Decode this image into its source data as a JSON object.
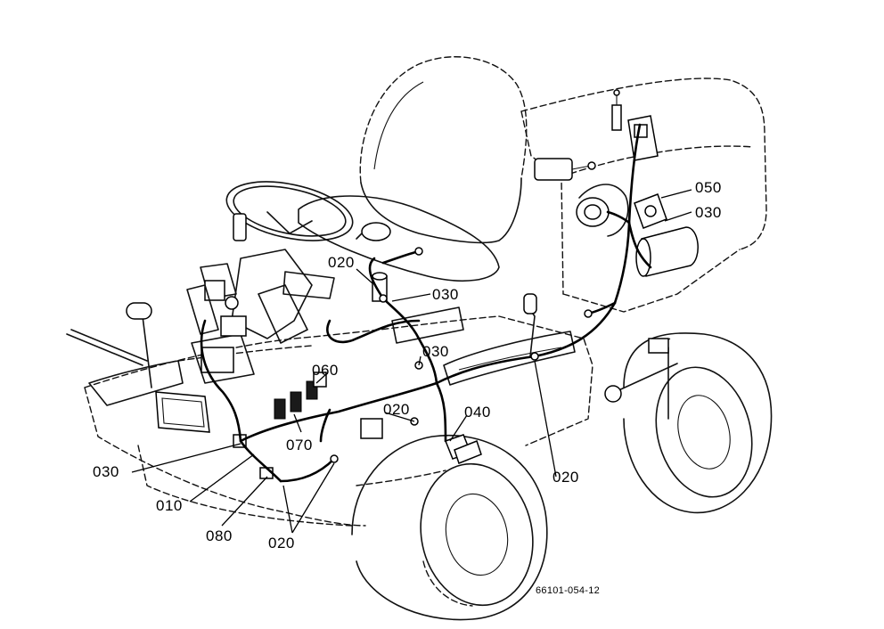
{
  "callouts": [
    {
      "id": "c-020-a",
      "text": "020"
    },
    {
      "id": "c-030-a",
      "text": "030"
    },
    {
      "id": "c-030-b",
      "text": "030"
    },
    {
      "id": "c-050",
      "text": "050"
    },
    {
      "id": "c-030-c",
      "text": "030"
    },
    {
      "id": "c-060",
      "text": "060"
    },
    {
      "id": "c-020-b",
      "text": "020"
    },
    {
      "id": "c-040",
      "text": "040"
    },
    {
      "id": "c-070",
      "text": "070"
    },
    {
      "id": "c-020-c",
      "text": "020"
    },
    {
      "id": "c-030-d",
      "text": "030"
    },
    {
      "id": "c-010",
      "text": "010"
    },
    {
      "id": "c-080",
      "text": "080"
    },
    {
      "id": "c-020-d",
      "text": "020"
    }
  ],
  "catalog_number": "66101-054-12"
}
